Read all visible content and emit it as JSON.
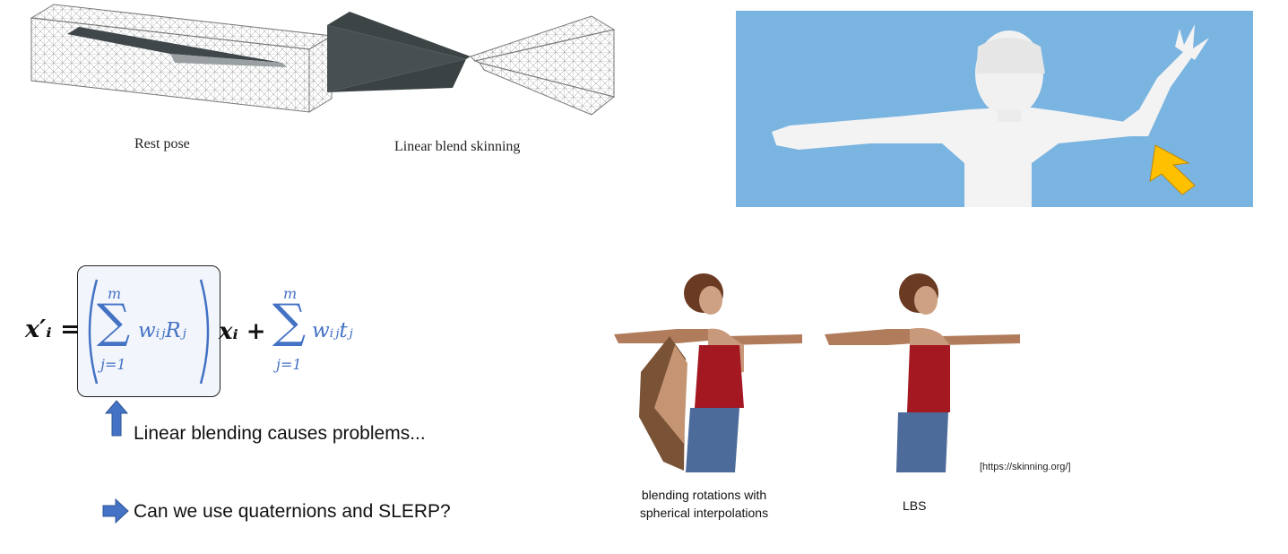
{
  "top_left": {
    "rest_pose_caption": "Rest pose",
    "lbs_caption": "Linear blend skinning"
  },
  "equation": {
    "lhs": "x′ᵢ =",
    "sum_upper": "m",
    "sum_lower": "j=1",
    "term1": "wᵢⱼRⱼ",
    "mid": "xᵢ +",
    "term2": "wᵢⱼtⱼ"
  },
  "notes": {
    "problem": "Linear blending causes problems...",
    "question": "Can we use quaternions and SLERP?"
  },
  "bottom_right": {
    "caption_slerp_line1": "blending rotations with",
    "caption_slerp_line2": "spherical interpolations",
    "caption_lbs": "LBS",
    "citation": "[https://skinning.org/]"
  },
  "colors": {
    "accent_blue": "#4472c4",
    "sky": "#7ab4e0",
    "arrow_yellow": "#ffc000"
  }
}
